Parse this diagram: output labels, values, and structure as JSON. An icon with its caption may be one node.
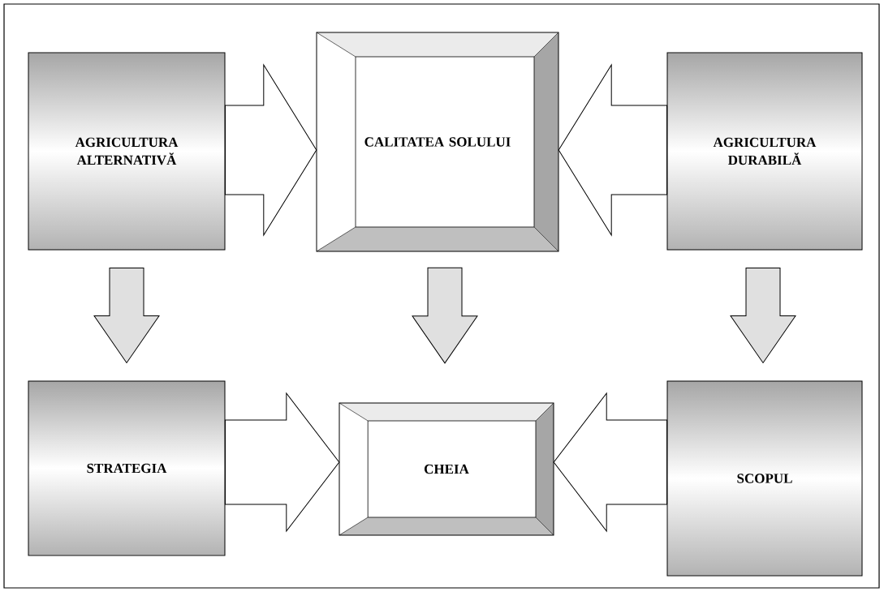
{
  "diagram": {
    "nodes": [
      {
        "text": [
          "AGRICULTURA ALTERNATIVĂ"
        ]
      },
      {
        "text": [
          "CALITATEA SOLULUI"
        ]
      },
      {
        "text": [
          "AGRICULTURA DURABILĂ"
        ]
      },
      {
        "text": [
          "STRATEGIA"
        ]
      },
      {
        "text": [
          "CHEIA"
        ]
      },
      {
        "text": [
          "SCOPUL"
        ]
      }
    ],
    "edges": [
      {
        "from": 0,
        "to": 1,
        "arrow": "to"
      },
      {
        "from": 2,
        "to": 1,
        "arrow": "to"
      },
      {
        "from": 0,
        "to": 3,
        "arrow": "to"
      },
      {
        "from": 1,
        "to": 4,
        "arrow": "to"
      },
      {
        "from": 2,
        "to": 5,
        "arrow": "to"
      },
      {
        "from": 3,
        "to": 4,
        "arrow": "to"
      },
      {
        "from": 5,
        "to": 4,
        "arrow": "to"
      }
    ]
  }
}
